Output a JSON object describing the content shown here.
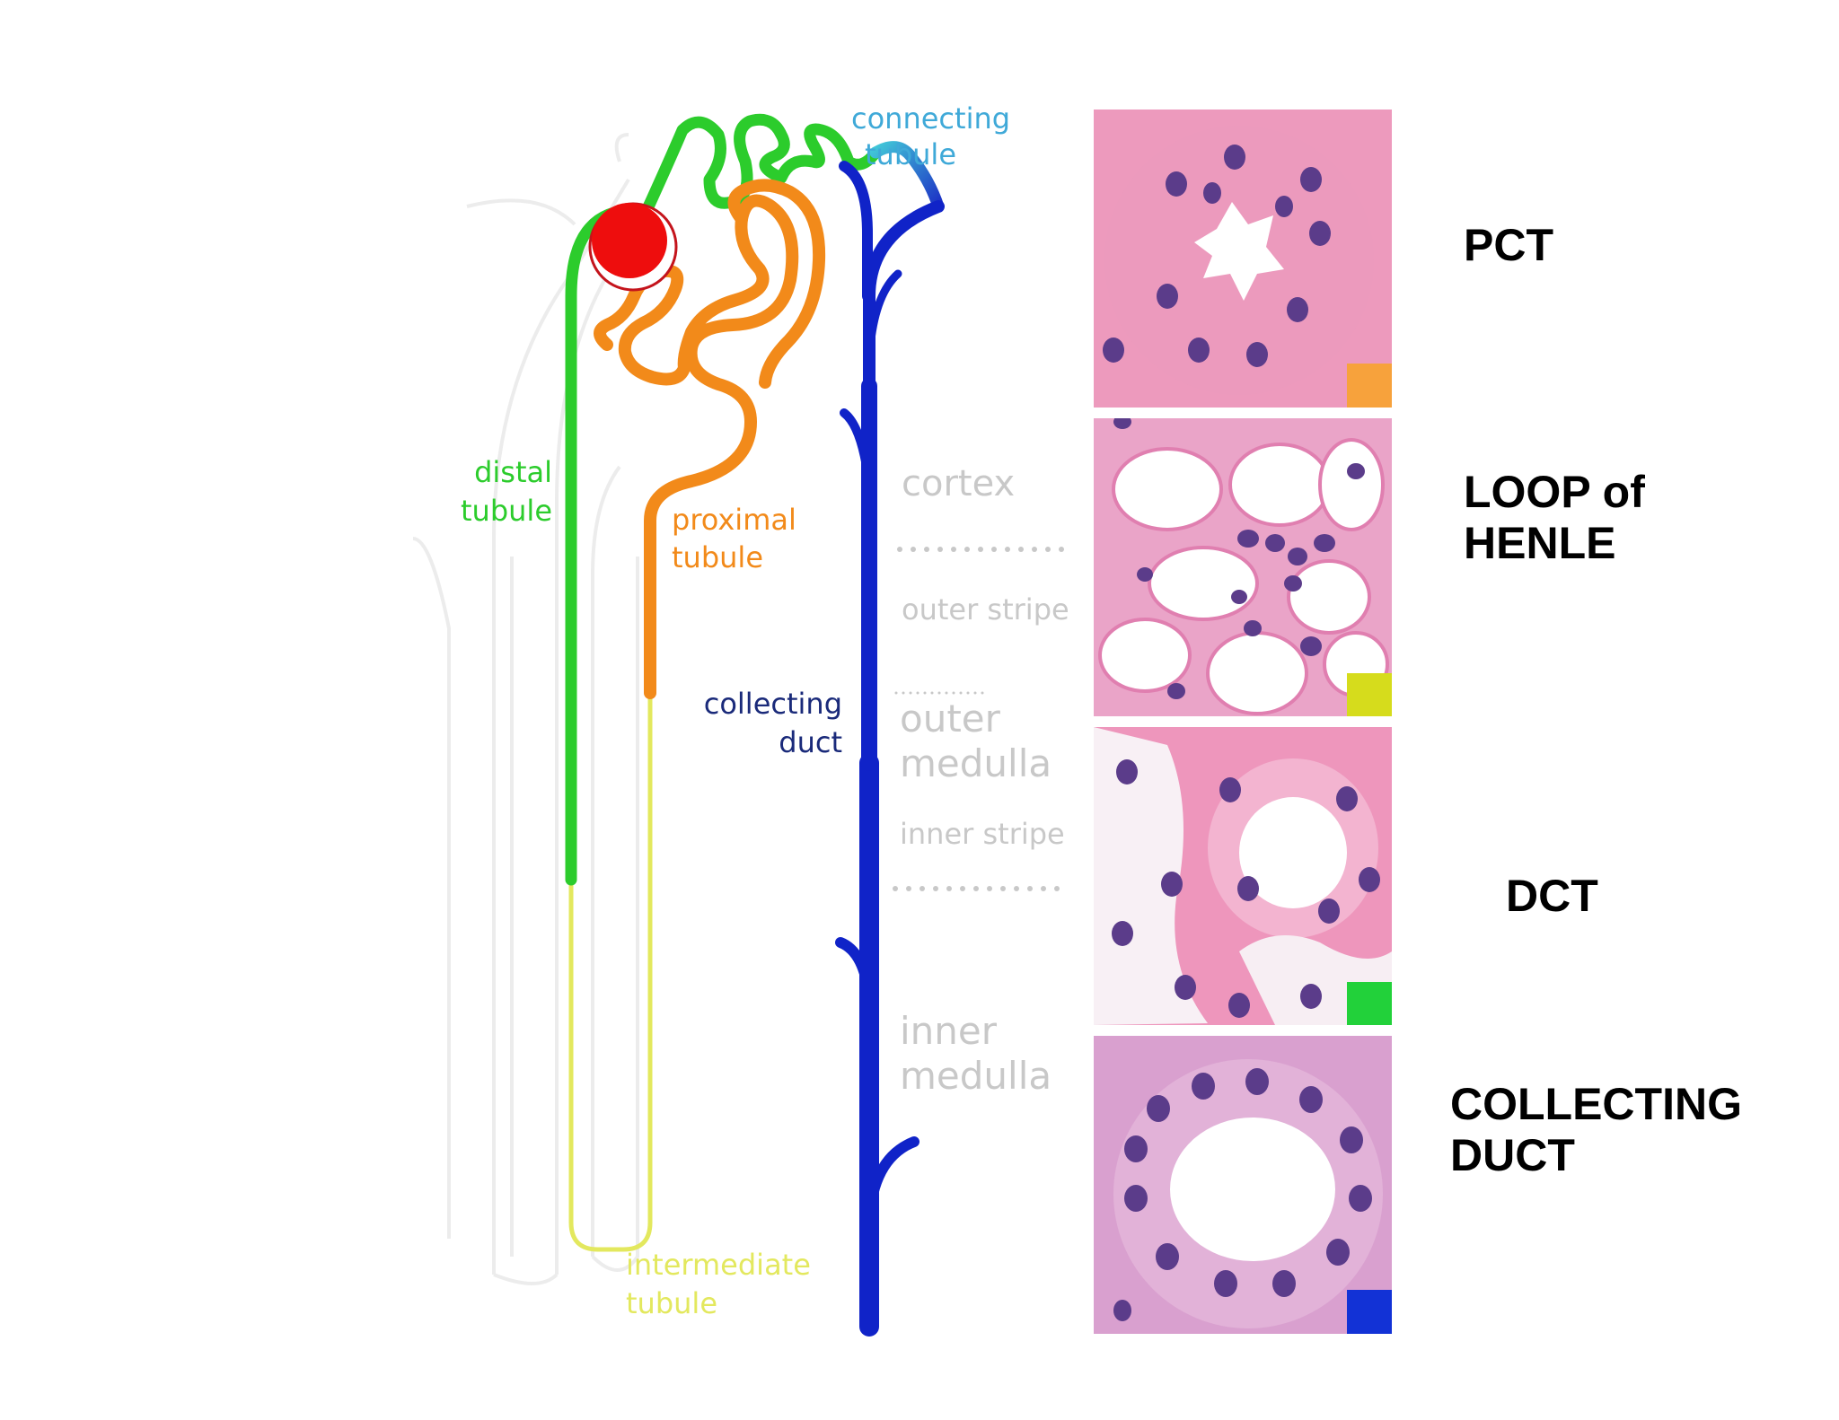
{
  "labels": {
    "connecting_1": "connecting",
    "connecting_2": "tubule",
    "distal_1": "distal",
    "distal_2": "tubule",
    "proximal_1": "proximal",
    "proximal_2": "tubule",
    "collecting_1": "collecting",
    "collecting_2": "duct",
    "intermediate_1": "intermediate",
    "intermediate_2": "tubule",
    "cortex": "cortex",
    "outer_stripe": "outer stripe",
    "outer_medulla_1": "outer",
    "outer_medulla_2": "medulla",
    "inner_stripe": "inner stripe",
    "inner_medulla_1": "inner",
    "inner_medulla_2": "medulla"
  },
  "panels": [
    {
      "title_lines": [
        "PCT"
      ],
      "marker_color": "#f7a23c"
    },
    {
      "title_lines": [
        "LOOP of",
        "HENLE"
      ],
      "marker_color": "#d6dc1c"
    },
    {
      "title_lines": [
        "DCT"
      ],
      "marker_color": "#22d13a"
    },
    {
      "title_lines": [
        "COLLECTING",
        "DUCT"
      ],
      "marker_color": "#1232d6"
    }
  ],
  "colors": {
    "distal": "#2ccc2c",
    "proximal": "#f28a1a",
    "intermediate": "#e3e85e",
    "collecting": "#1023c8",
    "connecting": "#3fa9d8",
    "glomerulus": "#ee0d0d",
    "capsule": "#c4141c",
    "zone_text": "#c8c8c8",
    "tissue_bg": "#f1a5c3"
  }
}
